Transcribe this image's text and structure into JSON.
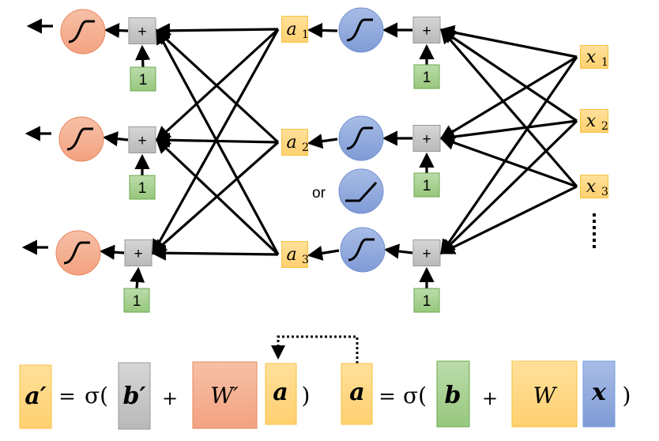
{
  "network": {
    "plus_label": "+",
    "bias_label": "1",
    "hidden_labels": [
      "a",
      "a",
      "a"
    ],
    "hidden_subscripts": [
      "1",
      "2",
      "3"
    ],
    "input_labels": [
      "x",
      "x",
      "x"
    ],
    "input_subscripts": [
      "1",
      "2",
      "3"
    ],
    "or_label": "or",
    "colors": {
      "output_neuron": "#f4a988",
      "hidden_neuron": "#8fa9dc",
      "sum": "#c9c9c9",
      "bias": "#a6d08f",
      "activation": "#ffd97f",
      "input": "#ffd97f"
    }
  },
  "equation": {
    "left": {
      "lhs": "a′",
      "eq": "=",
      "sigma": "σ(",
      "bias": "b′",
      "plus": "+",
      "weight": "W′",
      "input": "a",
      "close": ")"
    },
    "right": {
      "lhs": "a",
      "eq": "=",
      "sigma": "σ(",
      "bias": "b",
      "plus": "+",
      "weight": "W",
      "input": "x",
      "close": ")"
    }
  }
}
